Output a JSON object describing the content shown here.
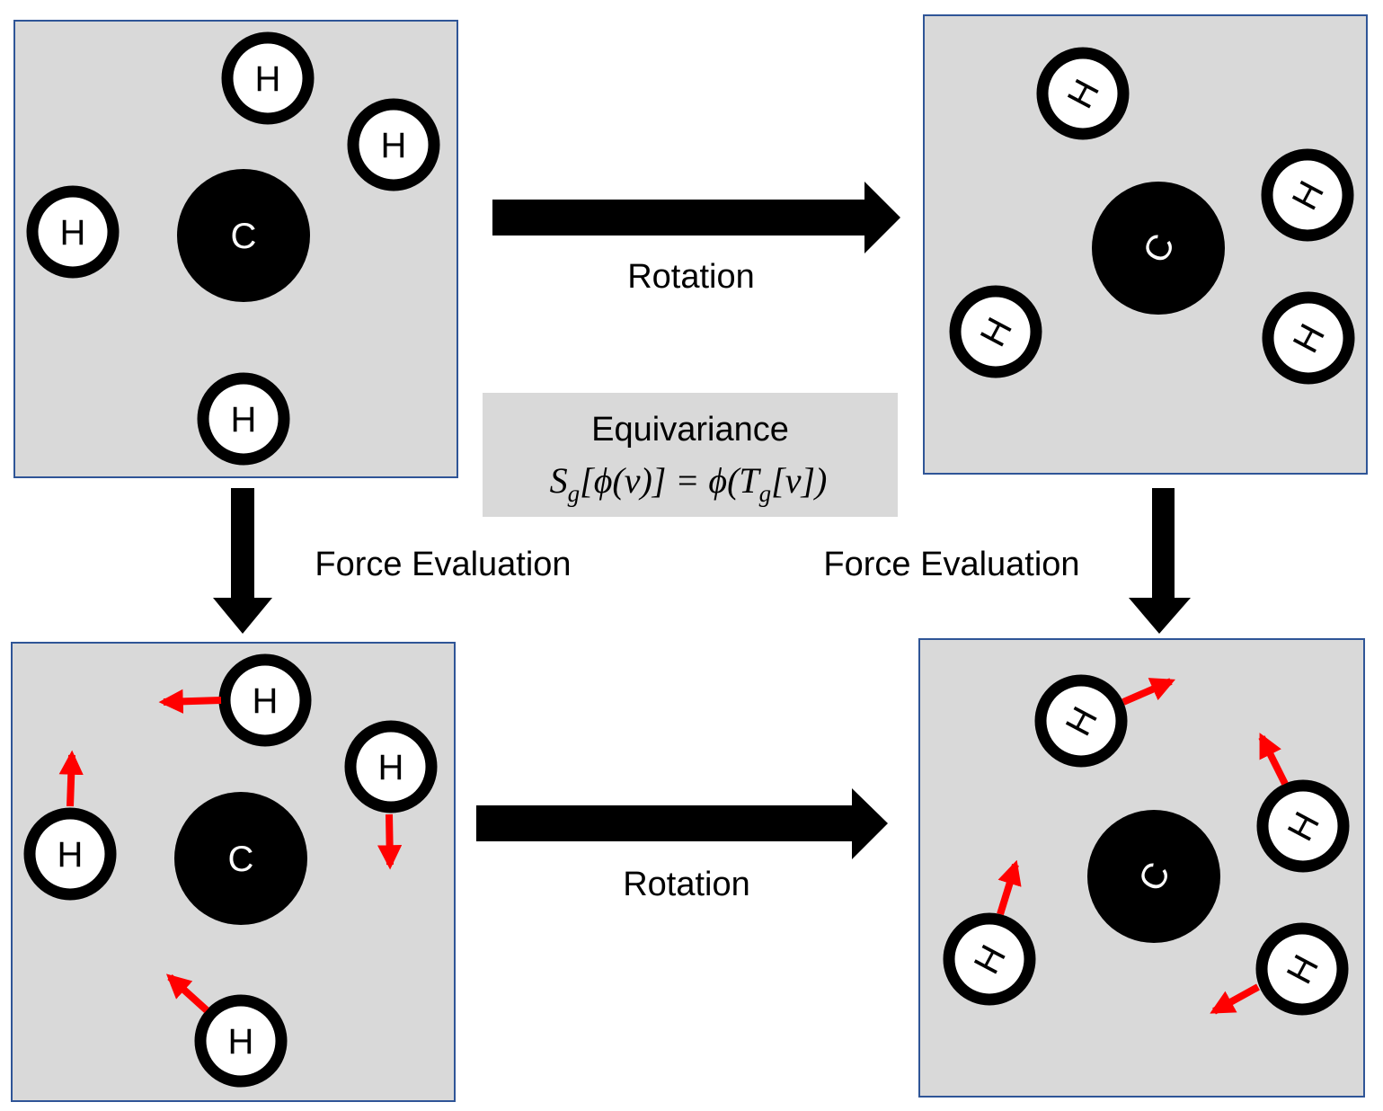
{
  "labels": {
    "rotation_top": "Rotation",
    "rotation_bottom": "Rotation",
    "force_left": "Force Evaluation",
    "force_right": "Force Evaluation"
  },
  "equivariance": {
    "title": "Equivariance",
    "formula_parts": [
      "S",
      "g",
      "[ϕ(v)] = ϕ(T",
      "g",
      "[v])"
    ]
  },
  "atoms": {
    "carbon": "C",
    "hydrogen": "H"
  },
  "colors": {
    "panel_fill": "#d9d9d9",
    "panel_border": "#2f5597",
    "atom_dark": "#000000",
    "atom_light": "#ffffff",
    "force_arrow": "#ff0000",
    "flow_arrow": "#000000",
    "eq_box": "#d9d9d9"
  },
  "panels": {
    "top_left": "original molecule",
    "top_right": "rotated molecule",
    "bottom_left": "forces on original",
    "bottom_right": "forces on rotated"
  }
}
